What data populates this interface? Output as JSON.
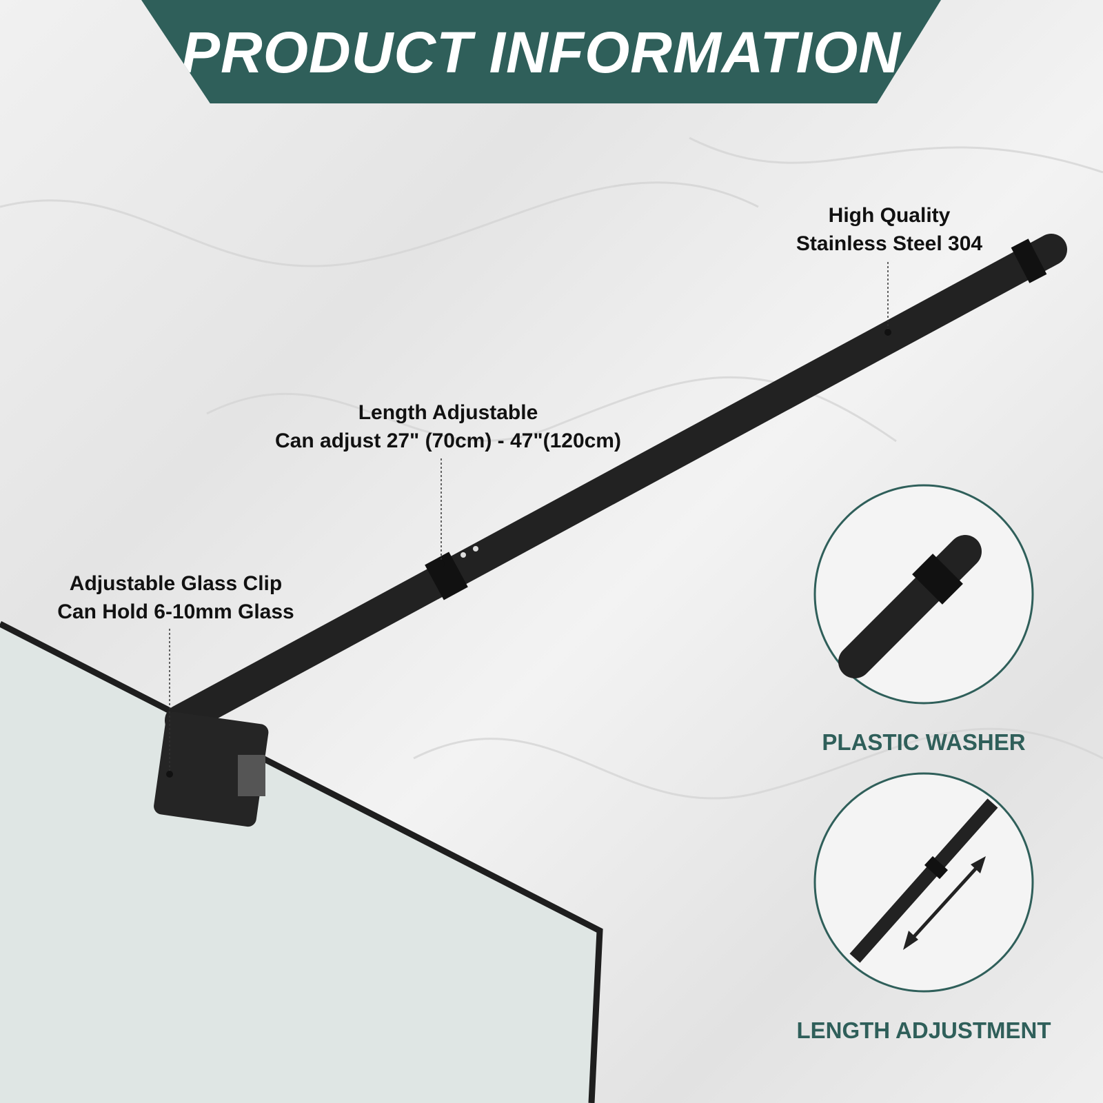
{
  "banner": {
    "title": "PRODUCT INFORMATION"
  },
  "callouts": {
    "steel": {
      "line1": "High Quality",
      "line2": "Stainless Steel 304"
    },
    "length": {
      "line1": "Length Adjustable",
      "line2": "Can adjust 27\" (70cm) - 47\"(120cm)"
    },
    "clip": {
      "line1": "Adjustable Glass Clip",
      "line2": "Can Hold 6-10mm Glass"
    }
  },
  "details": [
    {
      "caption": "PLASTIC WASHER"
    },
    {
      "caption": "LENGTH ADJUSTMENT"
    }
  ],
  "colors": {
    "accent": "#2f5f5a",
    "rod": "#1e1e1e",
    "glass": "#dfe6e4"
  }
}
